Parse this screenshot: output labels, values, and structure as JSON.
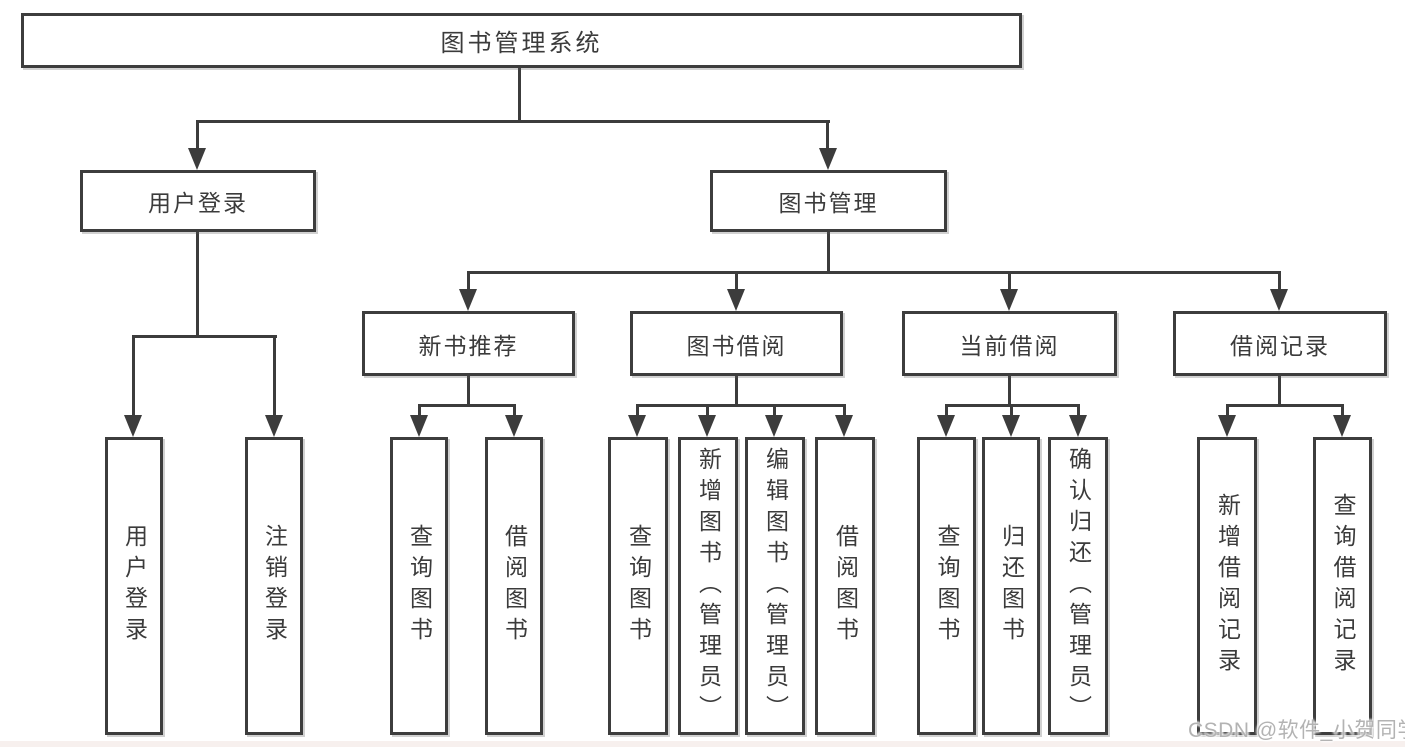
{
  "diagram": {
    "root": {
      "label": "图书管理系统"
    },
    "level1": [
      {
        "id": "user-login",
        "label": "用户登录"
      },
      {
        "id": "book-management",
        "label": "图书管理"
      }
    ],
    "level2": [
      {
        "id": "new-book-recommend",
        "parent": "图书管理",
        "label": "新书推荐"
      },
      {
        "id": "book-borrowing",
        "parent": "图书管理",
        "label": "图书借阅"
      },
      {
        "id": "current-borrowing",
        "parent": "图书管理",
        "label": "当前借阅"
      },
      {
        "id": "borrowing-records",
        "parent": "图书管理",
        "label": "借阅记录"
      }
    ],
    "leaves": [
      {
        "parent": "用户登录",
        "label": "用户登录"
      },
      {
        "parent": "用户登录",
        "label": "注销登录"
      },
      {
        "parent": "新书推荐",
        "label": "查询图书"
      },
      {
        "parent": "新书推荐",
        "label": "借阅图书"
      },
      {
        "parent": "图书借阅",
        "label": "查询图书"
      },
      {
        "parent": "图书借阅",
        "label": "新增图书（管理员）"
      },
      {
        "parent": "图书借阅",
        "label": "编辑图书（管理员）"
      },
      {
        "parent": "图书借阅",
        "label": "借阅图书"
      },
      {
        "parent": "当前借阅",
        "label": "查询图书"
      },
      {
        "parent": "当前借阅",
        "label": "归还图书"
      },
      {
        "parent": "当前借阅",
        "label": "确认归还（管理员）"
      },
      {
        "parent": "借阅记录",
        "label": "新增借阅记录"
      },
      {
        "parent": "借阅记录",
        "label": "查询借阅记录"
      }
    ],
    "watermark": "CSDN @软件_小贺同学",
    "colors": {
      "line": "#3c3c3c",
      "border": "#3d3d3d",
      "text": "#3b3b3b",
      "watermark": "#b3b3b3",
      "background": "#ffffff"
    }
  }
}
